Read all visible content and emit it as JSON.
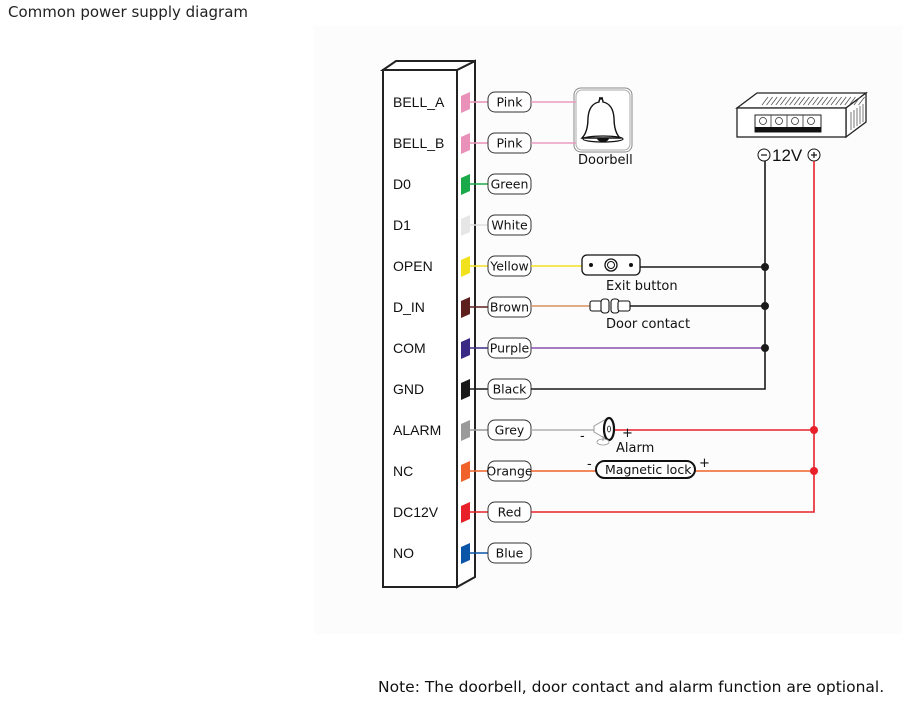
{
  "page_title": "Common power supply diagram",
  "note": "Note: The doorbell, door contact and alarm function are optional.",
  "terminals": [
    {
      "label": "BELL_A",
      "wire": "Pink",
      "color": "#e991b8"
    },
    {
      "label": "BELL_B",
      "wire": "Pink",
      "color": "#e991b8"
    },
    {
      "label": "D0",
      "wire": "Green",
      "color": "#1aaa4a"
    },
    {
      "label": "D1",
      "wire": "White",
      "color": "#e6e6e6"
    },
    {
      "label": "OPEN",
      "wire": "Yellow",
      "color": "#f2e21e"
    },
    {
      "label": "D_IN",
      "wire": "Brown",
      "color": "#5e1f1f"
    },
    {
      "label": "COM",
      "wire": "Purple",
      "color": "#3b2a84"
    },
    {
      "label": "GND",
      "wire": "Black",
      "color": "#1a1a1a"
    },
    {
      "label": "ALARM",
      "wire": "Grey",
      "color": "#9a9a9a"
    },
    {
      "label": "NC",
      "wire": "Orange",
      "color": "#f0622a"
    },
    {
      "label": "DC12V",
      "wire": "Red",
      "color": "#e8202a"
    },
    {
      "label": "NO",
      "wire": "Blue",
      "color": "#0b55a8"
    }
  ],
  "line_colors": {
    "pink": "#ea9bc0",
    "yellow": "#f2e21e",
    "brown": "#d69062",
    "purple": "#8a4fb0",
    "grey": "#b0b0b0",
    "orange": "#f0622a",
    "red": "#e8202a",
    "black": "#1a1a1a"
  },
  "devices": {
    "doorbell": "Doorbell",
    "exit_button": "Exit button",
    "door_contact": "Door contact",
    "alarm": "Alarm",
    "magnetic_lock": "Magnetic lock",
    "power_supply": "12V",
    "minus": "−",
    "plus": "+",
    "alarm_minus": "-",
    "alarm_plus": "+",
    "lock_minus": "-",
    "lock_plus": "+"
  }
}
